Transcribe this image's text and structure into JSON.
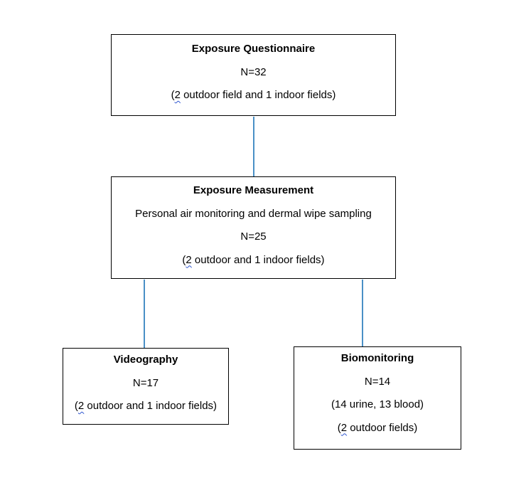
{
  "flowchart": {
    "connector_color": "#4a90c6",
    "boxes": {
      "exposure_questionnaire": {
        "title": "Exposure Questionnaire",
        "count": "N=32",
        "fields_prefix": "(",
        "fields_flagged": "2",
        "fields_rest": " outdoor field and 1 indoor fields)"
      },
      "exposure_measurement": {
        "title": "Exposure Measurement",
        "description": "Personal air monitoring and dermal wipe sampling",
        "count": "N=25",
        "fields_prefix": "(",
        "fields_flagged": "2",
        "fields_rest": " outdoor and 1 indoor fields)"
      },
      "videography": {
        "title": "Videography",
        "count": "N=17",
        "fields_prefix": "(",
        "fields_flagged": "2",
        "fields_rest": " outdoor and 1 indoor fields)"
      },
      "biomonitoring": {
        "title": "Biomonitoring",
        "count": "N=14",
        "samples": "(14 urine, 13 blood)",
        "fields_prefix": "(",
        "fields_flagged": "2",
        "fields_rest": " outdoor fields)"
      }
    }
  }
}
